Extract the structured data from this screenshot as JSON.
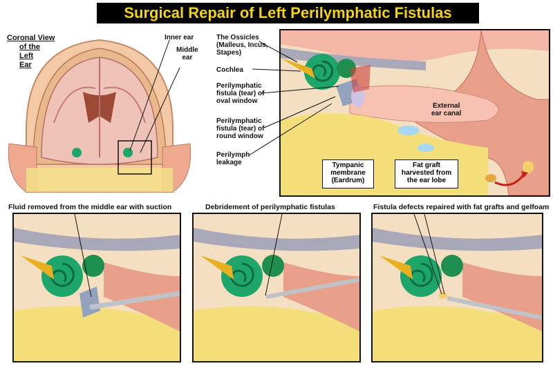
{
  "title": "Surgical Repair of Left Perilymphatic Fistulas",
  "coronal_view": {
    "label_lines": [
      "Coronal View",
      "of the",
      "Left",
      "Ear"
    ],
    "inner_ear": "Inner ear",
    "middle_ear": [
      "Middle",
      "ear"
    ]
  },
  "detail": {
    "ossicles": [
      "The Ossicles",
      "(Malleus, Incus,",
      "Stapes)"
    ],
    "cochlea": "Cochlea",
    "oval_fistula": [
      "Perilymphatic",
      "fistula (tear) of",
      "oval window"
    ],
    "round_fistula": [
      "Perilymphatic",
      "fistula (tear) of",
      "round window"
    ],
    "leakage": [
      "Perilymph",
      "leakage"
    ],
    "ear_canal": [
      "External",
      "ear canal"
    ],
    "tympanic": [
      "Tympanic",
      "membrane",
      "(Eardrum)"
    ],
    "fat_graft": [
      "Fat graft",
      "harvested from",
      "the ear lobe"
    ]
  },
  "steps": [
    "Fluid removed from the middle ear with suction",
    "Debridement of perilymphatic fistulas",
    "Fistula defects repaired with fat grafts and gelfoam"
  ],
  "colors": {
    "title_bg": "#000000",
    "title_text": "#f2d21a",
    "cochlea": "#1ea66a",
    "bone": "#f2d86a",
    "tissue": "#e8a08a",
    "arrow": "#c8201a"
  }
}
